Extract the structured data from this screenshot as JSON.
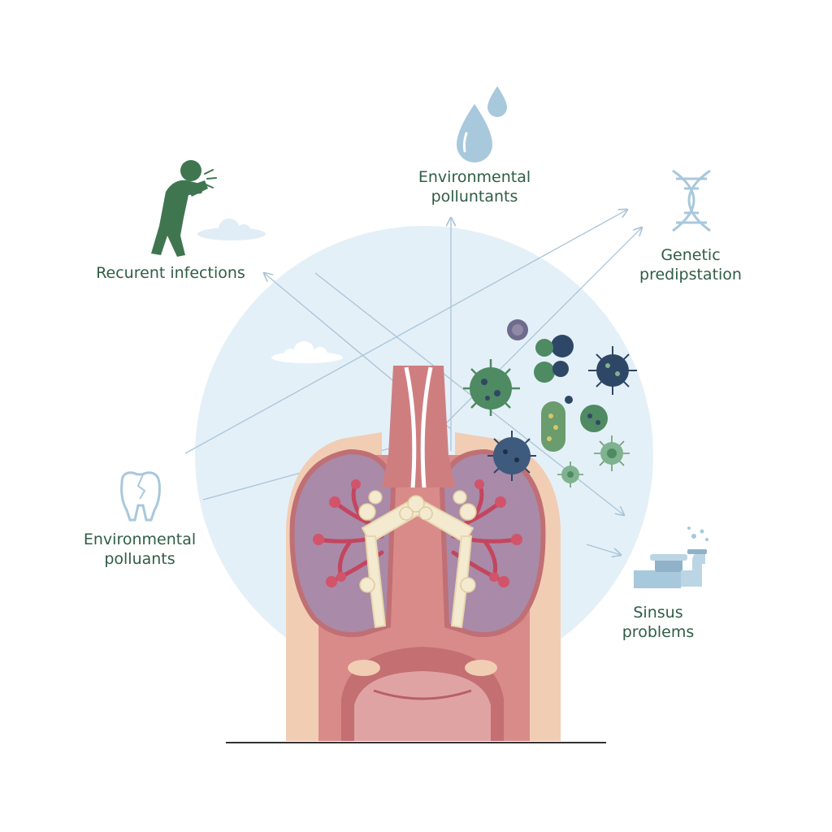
{
  "colors": {
    "label_text": "#2f5d45",
    "halo": "#e4f0f8",
    "arrow": "#a9c4d6",
    "tissue_pink": "#cf7e80",
    "lung_purple": "#a98aa8",
    "virus_green": "#4e8a62",
    "virus_navy": "#2f4766",
    "figure_green": "#3f7650",
    "icon_blue": "#a8c8dc"
  },
  "labels": {
    "top_center": [
      "Environmental",
      "polluntants"
    ],
    "left_upper": [
      "Recurent infections"
    ],
    "right_upper": [
      "Genetic",
      "predipstation"
    ],
    "left_lower": [
      "Environmental",
      "polluants"
    ],
    "right_lower": [
      "Sinsus",
      "problems"
    ]
  },
  "icons": {
    "top_center": "water-drops-icon",
    "left_upper": "coughing-person-icon",
    "right_upper": "dna-helix-icon",
    "left_lower": "broken-tooth-icon",
    "right_lower": "faucet-pipe-icon"
  }
}
